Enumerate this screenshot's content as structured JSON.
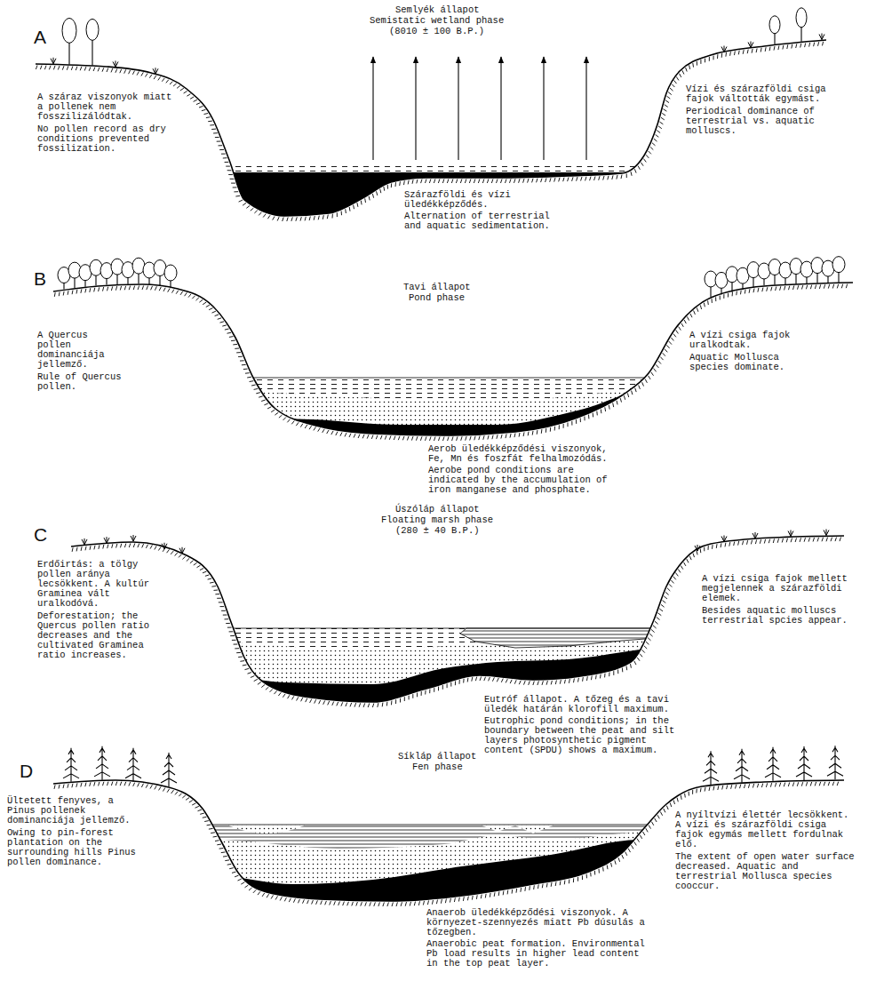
{
  "diagram": {
    "labels": [
      "A",
      "Semlyék állapot",
      "Semistatic wetland phase",
      "(8010 ± 100 B.P.)",
      "A száraz viszonyok miatt a pollenek nem fosszilizálódtak.",
      "No pollen record as dry conditions prevented fossilization.",
      "Vízi és szárazföldi csiga fajok váltották egymást.",
      "Periodical dominance of terrestrial vs. aquatic molluscs.",
      "Szárazföldi és vízi üledékképződés.",
      "Alternation of terrestrial and aquatic sedimentation.",
      "B",
      "Tavi állapot",
      "Pond phase",
      "A Quercus pollen dominanciája jellemző.",
      "Rule of Quercus pollen.",
      "A vízi csiga fajok uralkodtak.",
      "Aquatic Mollusca species dominate.",
      "Aerob üledékképződési viszonyok, Fe, Mn és foszfát felhalmozódás.",
      "Aerobe pond conditions are indicated by the accumulation of iron manganese and phosphate.",
      "C",
      "Úszóláp állapot",
      "Floating marsh phase",
      "(280 ± 40 B.P.)",
      "Erdőirtás: a tölgy pollen aránya lecsökkent. A kultúr Graminea vált uralkodóvá.",
      "Deforestation; the Quercus pollen ratio decreases and the cultivated Graminea ratio increases.",
      "A vízi csiga fajok mellett megjelennek a szárazföldi elemek.",
      "Besides aquatic molluscs terrestrial spcies appear.",
      "Eutróf állapot. A tőzeg és a tavi üledék határán klorofill maximum.",
      "Eutrophic pond conditions; in the boundary between the peat and silt layers photosynthetic pigment content (SPDU) shows a maximum.",
      "D",
      "Síkláp állapot",
      "Fen phase",
      "Ültetett fenyves, a Pinus pollenek dominanciája jellemző.",
      "Owing to pin-forest plantation on the surrounding hills Pinus pollen dominance.",
      "A nyíltvízi élettér lecsökkent. A vízi és szárazföldi csiga fajok egymás mellett fordulnak elő.",
      "The extent of open water surface decreased. Aquatic and terrestrial Mollusca species cooccur.",
      "Anaerob üledékképződési viszonyok. A környezet-szennyezés miatt Pb dúsulás a tőzegben.",
      "Anaerobic peat formation. Environmental Pb load results in higher lead content in the top peat layer."
    ]
  }
}
